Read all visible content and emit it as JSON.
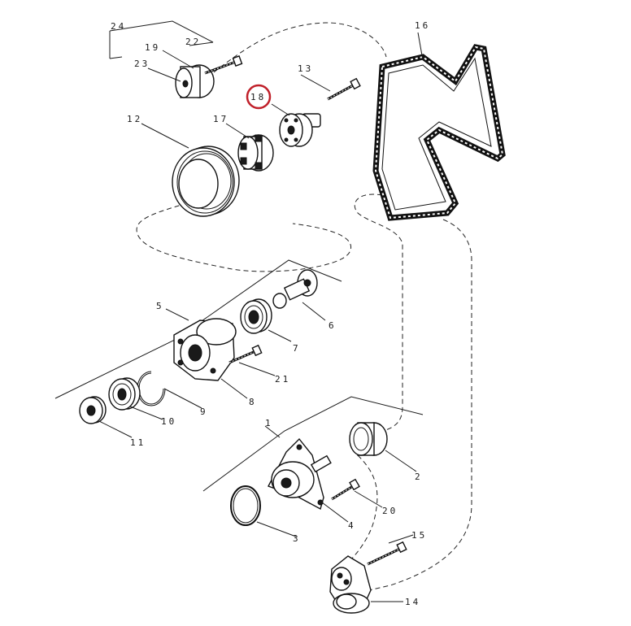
{
  "callouts": {
    "n1": "1",
    "n2": "2",
    "n3": "3",
    "n4": "4",
    "n5": "5",
    "n6": "6",
    "n7": "7",
    "n8": "8",
    "n9": "9",
    "n10": "10",
    "n11": "11",
    "n12": "12",
    "n13": "13",
    "n14": "14",
    "n15": "15",
    "n16": "16",
    "n17": "17",
    "n18": "18",
    "n19": "19",
    "n20": "20",
    "n21": "21",
    "n22": "22",
    "n23": "23",
    "n24": "24"
  },
  "highlight": {
    "callout": "18",
    "color": "#c0202a"
  },
  "colors": {
    "line": "#1a1a1a",
    "background": "#ffffff"
  }
}
